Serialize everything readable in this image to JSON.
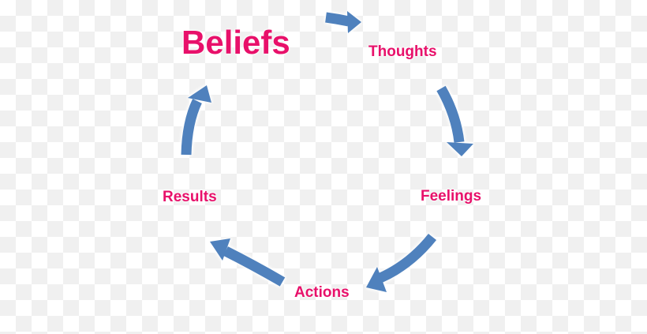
{
  "diagram": {
    "title": "Beliefs",
    "nodes": [
      "Thoughts",
      "Feelings",
      "Actions",
      "Results"
    ],
    "colors": {
      "text": "#e8106a",
      "arrow": "#4f81bd"
    }
  }
}
